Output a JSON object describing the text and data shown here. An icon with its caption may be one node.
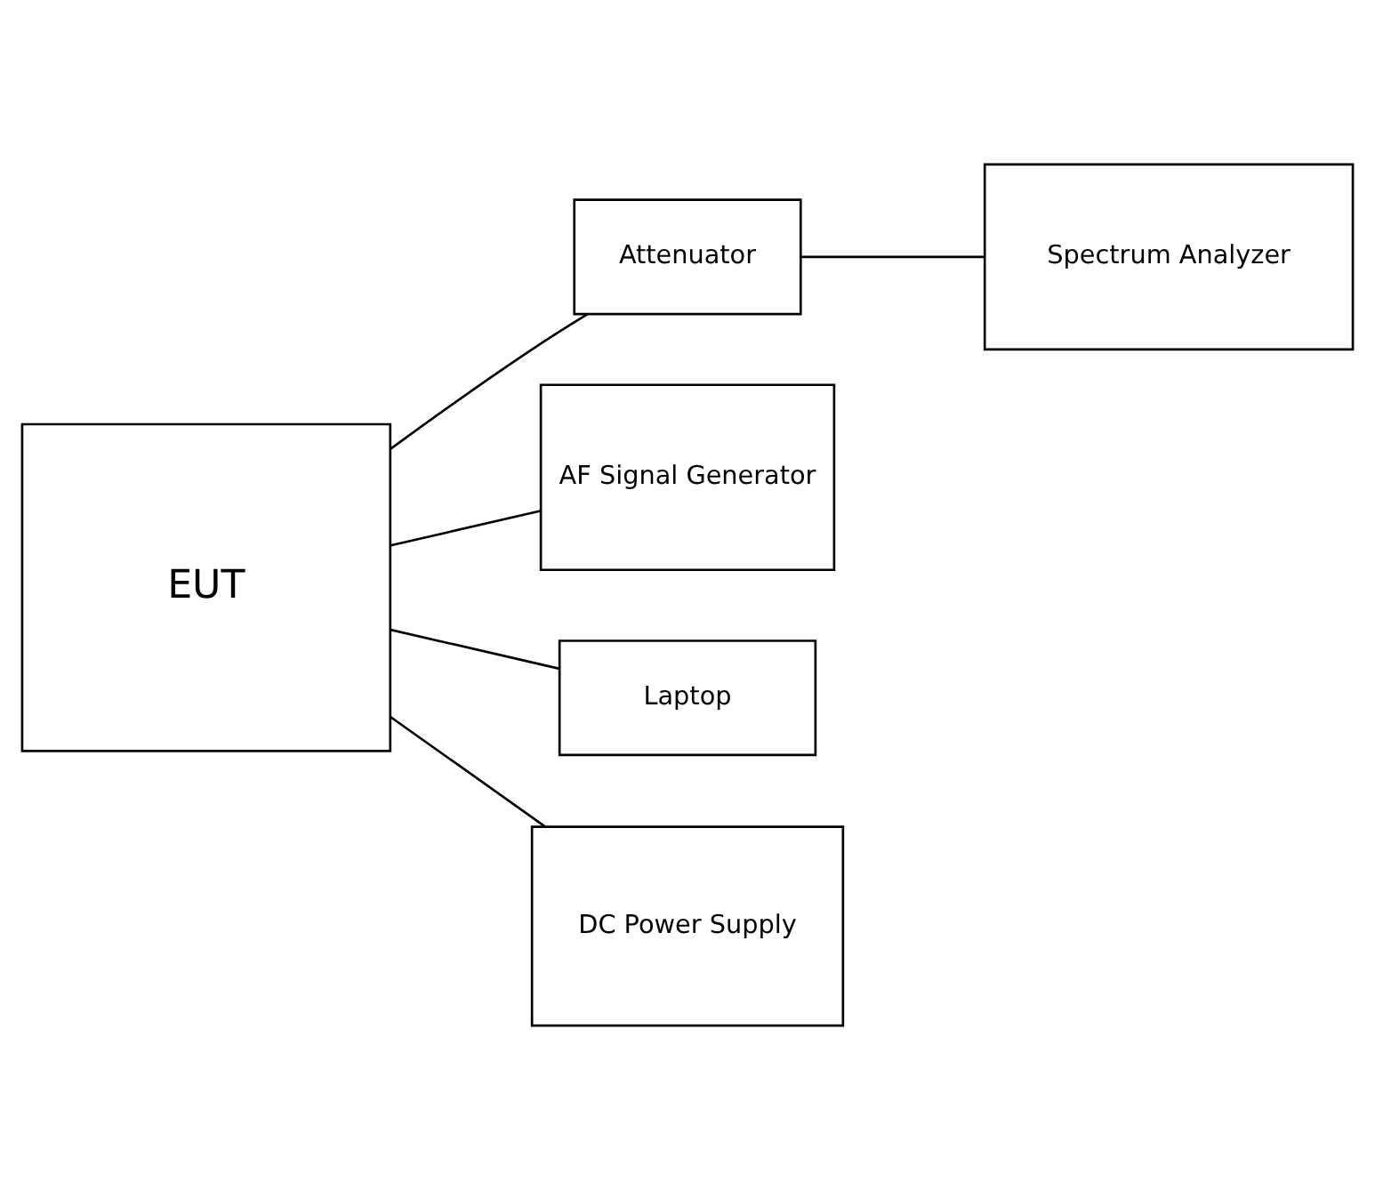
{
  "diagram": {
    "nodes": [
      {
        "text": [
          "Attenuator"
        ]
      },
      {
        "text": [
          "Spectrum Analyzer"
        ]
      },
      {
        "text": [
          "EUT"
        ]
      },
      {
        "text": [
          "AF Signal Generator"
        ]
      },
      {
        "text": [
          "Laptop"
        ]
      },
      {
        "text": [
          "DC Power Supply"
        ]
      }
    ],
    "edges": [
      {
        "from": 2,
        "to": 0,
        "arrow": "none"
      },
      {
        "from": 0,
        "to": 1,
        "arrow": "none"
      },
      {
        "from": 2,
        "to": 3,
        "arrow": "none"
      },
      {
        "from": 2,
        "to": 4,
        "arrow": "none"
      },
      {
        "from": 2,
        "to": 5,
        "arrow": "none"
      }
    ]
  }
}
